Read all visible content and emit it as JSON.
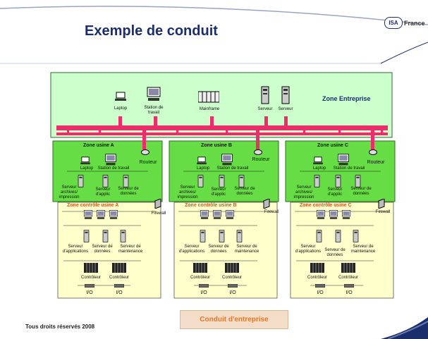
{
  "slide": {
    "title": "Exemple de conduit",
    "logo_badge": "ISA",
    "logo_text": "France",
    "footer": "Tous droits réservés 2008",
    "conduit_label": "Conduit d'entreprise"
  },
  "enterprise_zone": {
    "title": "Zone Entreprise",
    "devices": [
      "Laptop",
      "Station de travail",
      "Mainframe",
      "Serveur",
      "Serveur"
    ]
  },
  "plant_zones": [
    {
      "title": "Zone usine  A",
      "router": "Routeur",
      "devices": [
        "Laptop",
        "Station de travail"
      ],
      "servers": [
        "Serveur archives/ impression",
        "Serveur d'applic",
        "Serveur de données"
      ],
      "firewall": "Firewall",
      "control": {
        "title": "Zone contrôle usine A",
        "servers": [
          "Serveur d'applications",
          "Serveur de données",
          "Serveur de maintenance"
        ],
        "controllers": [
          "Contrôleur",
          "Contrôleur"
        ],
        "io": [
          "I/O",
          "I/O"
        ]
      }
    },
    {
      "title": "Zone usine B",
      "router": "Routeur",
      "devices": [
        "Laptop",
        "Station de travail"
      ],
      "servers": [
        "Serveur archives/ impression",
        "Serveur d'applic",
        "Serveur de données"
      ],
      "firewall": "Firewall",
      "control": {
        "title": "Zone contrôle usine B",
        "servers": [
          "Serveur d'applications",
          "Serveur de données",
          "Serveur de maintenance"
        ],
        "controllers": [
          "Contrôleur",
          "Contrôleur"
        ],
        "io": [
          "I/O",
          "I/O"
        ]
      }
    },
    {
      "title": "Zone usine C",
      "router": "Routeur",
      "devices": [
        "Laptop",
        "Station de travail"
      ],
      "servers": [
        "Serveur archives/ impression",
        "Serveur d'applic",
        "Serveur de données"
      ],
      "firewall": "Firewall",
      "control": {
        "title": "Zone  contrôle usine C",
        "servers": [
          "Serveur d'applications",
          "Serveur de données",
          "Serveur de maintenance"
        ],
        "controllers": [
          "Contrôleur",
          "Contrôleur"
        ],
        "io": [
          "I/O",
          "I/O"
        ]
      }
    }
  ],
  "colors": {
    "enterprise_fill": "#ccffcc",
    "plant_fill": "#66dd44",
    "control_fill": "#ffffcc",
    "conduit": "#ee2c6c",
    "title": "#1a2e6e",
    "control_title": "#e8541e"
  }
}
